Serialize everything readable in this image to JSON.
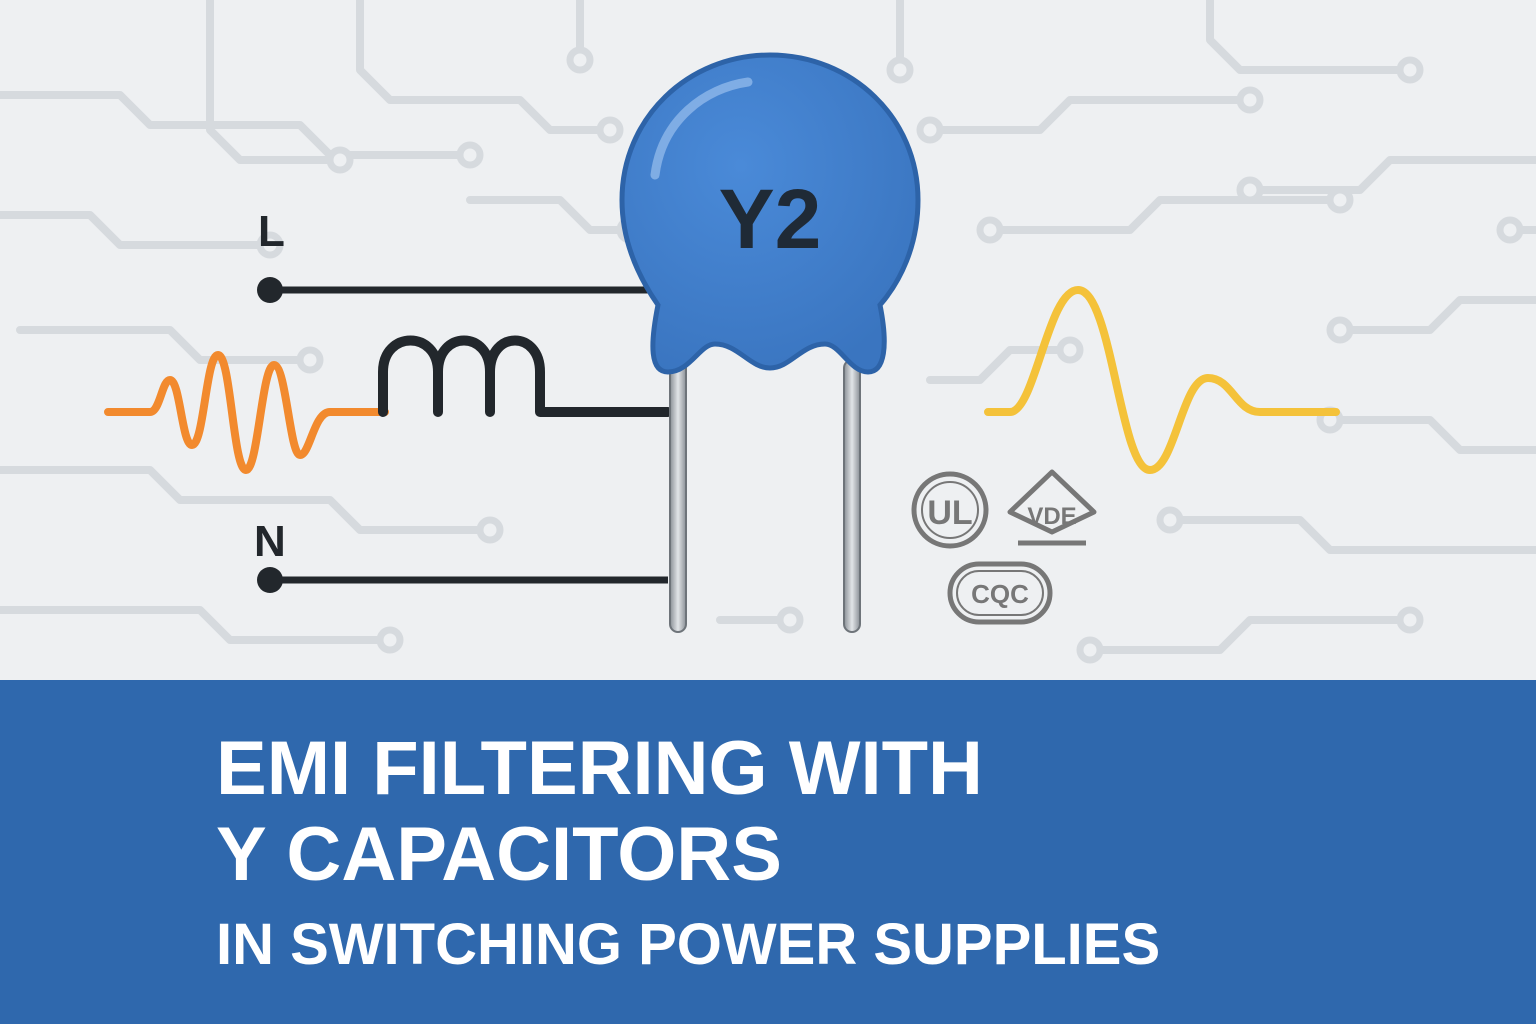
{
  "colors": {
    "background": "#eef0f2",
    "trace": "#d6dade",
    "banner": "#2f68ad",
    "capacitor_body": "#3f7fcf",
    "capacitor_dark": "#2d63a8",
    "wire": "#22272c",
    "noise_in": "#f28a2e",
    "signal_out": "#f4c23a",
    "mark_gray": "#777777"
  },
  "diagram": {
    "line_label": "L",
    "neutral_label": "N",
    "capacitor_label": "Y2",
    "cert_marks": [
      {
        "name": "ul",
        "text": "UL"
      },
      {
        "name": "vde",
        "text": "VDE"
      },
      {
        "name": "cqc",
        "text": "CQC"
      }
    ]
  },
  "title": {
    "line1": "EMI FILTERING WITH",
    "line2": "Y CAPACITORS",
    "line3": "IN SWITCHING POWER SUPPLIES"
  }
}
